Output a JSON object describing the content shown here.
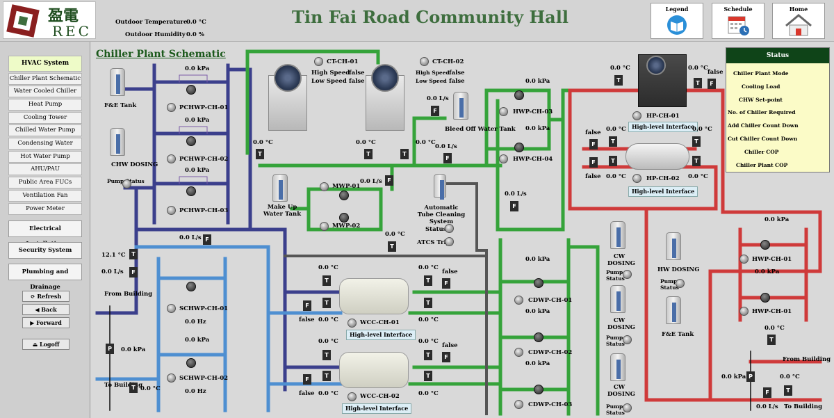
{
  "header": {
    "logo_chars": "盈電",
    "logo_text": "REC",
    "outdoor_temp_label": "Outdoor Temperature",
    "outdoor_temp_value": "0.0 °C",
    "outdoor_hum_label": "Outdoor Humidity",
    "outdoor_hum_value": "0.0 %",
    "title": "Tin Fai Road Community Hall",
    "buttons": {
      "legend": "Legend",
      "schedule": "Schedule",
      "home": "Home"
    }
  },
  "sidebar": {
    "hvac": "HVAC System",
    "items": [
      "Chiller Plant Schematic",
      "Water Cooled Chiller",
      "Heat Pump",
      "Cooling Tower",
      "Chilled Water Pump",
      "Condensing Water Pump",
      "Hot Water Pump",
      "AHU/PAU",
      "Public Area FUCs",
      "Ventilation Fan Summary",
      "Power Meter"
    ],
    "electrical": "Electrical Installation",
    "security": "Security System",
    "plumbing": "Plumbing and Drainage",
    "refresh": "Refresh",
    "back": "Back",
    "forward": "Forward",
    "logoff": "Logoff"
  },
  "schematic_title": "Chiller Plant Schematic",
  "status": {
    "title": "Status",
    "items": [
      "Chiller Plant Mode",
      "Cooling Load",
      "CHW Set-point",
      "No. of Chiller Required",
      "Add Chiller Count Down",
      "Cut Chiller Count Down",
      "Chiller COP",
      "Chiller Plant COP"
    ]
  },
  "pchwp": {
    "p1_kpa": "0.0 kPa",
    "p2_kpa": "0.0 kPa",
    "p3_kpa": "0.0 kPa",
    "p1": "PCHWP-CH-01",
    "p2": "PCHWP-CH-02",
    "p3": "PCHWP-CH-03"
  },
  "tanks": {
    "fe_tank": "F&E Tank",
    "chw_dosing": "CHW DOSING",
    "pump_status": "Pump Status",
    "makeup_tank": "Make Up Water Tank",
    "bleed_tank": "Bleed Off Water Tank",
    "atcs": "Automatic Tube Cleaning System",
    "atcs_status": "Status",
    "atcs_trip": "ATCS Trip",
    "cw_dosing": "CW DOSING",
    "hw_dosing": "HW DOSING",
    "fe_tank2": "F&E Tank"
  },
  "cooling_towers": {
    "ct1": "CT-CH-01",
    "ct2": "CT-CH-02",
    "high": "High Speed",
    "low": "Low Speed",
    "ct1_high": "false",
    "ct1_low": "false",
    "ct2_high": "false",
    "ct2_low": "false"
  },
  "mwp": {
    "m1": "MWP-01",
    "m2": "MWP-02",
    "flow": "0.0 L/s"
  },
  "hwp_ch": {
    "h3": "HWP-CH-03",
    "h4": "HWP-CH-04",
    "p3": "0.0 kPa",
    "p4": "0.0 kPa"
  },
  "heat_pumps": {
    "hp1": "HP-CH-01",
    "hp2": "HP-CH-02",
    "hli": "High-level Interface"
  },
  "hwp": {
    "h1": "HWP-CH-01",
    "h2": "HWP-CH-01",
    "p1": "0.0 kPa",
    "p2": "0.0 kPa"
  },
  "schwp": {
    "s1": "SCHWP-CH-01",
    "s2": "SCHWP-CH-02",
    "hz1": "0.0 Hz",
    "hz2": "0.0 Hz",
    "p1": "0.0 kPa",
    "p2": "0.0 kPa"
  },
  "wcc": {
    "c1": "WCC-CH-01",
    "c2": "WCC-CH-02",
    "hli": "High-level Interface"
  },
  "cdwp": {
    "c1": "CDWP-CH-01",
    "c2": "CDWP-CH-02",
    "c3": "CDWP-CH-03",
    "p1": "0.0 kPa",
    "p2": "0.0 kPa",
    "p3": "0.0 kPa"
  },
  "values": {
    "temp": "0.0 °C",
    "flow": "0.0 L/s",
    "kpa": "0.0 kPa",
    "false": "false",
    "supply_temp": "12.1 °C",
    "from_building": "From Building",
    "to_building": "To Building"
  }
}
